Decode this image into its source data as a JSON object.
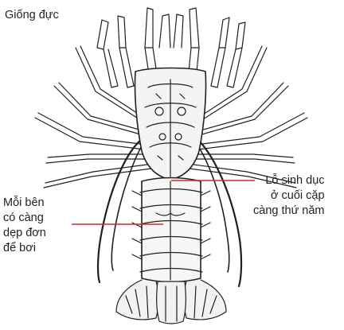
{
  "title": "Giống đực",
  "labels": {
    "right": [
      "Lỗ sinh dục",
      "ở cuối cặp",
      "càng thứ năm"
    ],
    "left": [
      "Mỗi bên",
      "có càng",
      "dẹp đơn",
      "để bơi"
    ]
  },
  "colors": {
    "leader_line": "#d7262d",
    "ink": "#231f20",
    "background": "#ffffff"
  },
  "illustration": "spiny-lobster-ventral-view-icon"
}
